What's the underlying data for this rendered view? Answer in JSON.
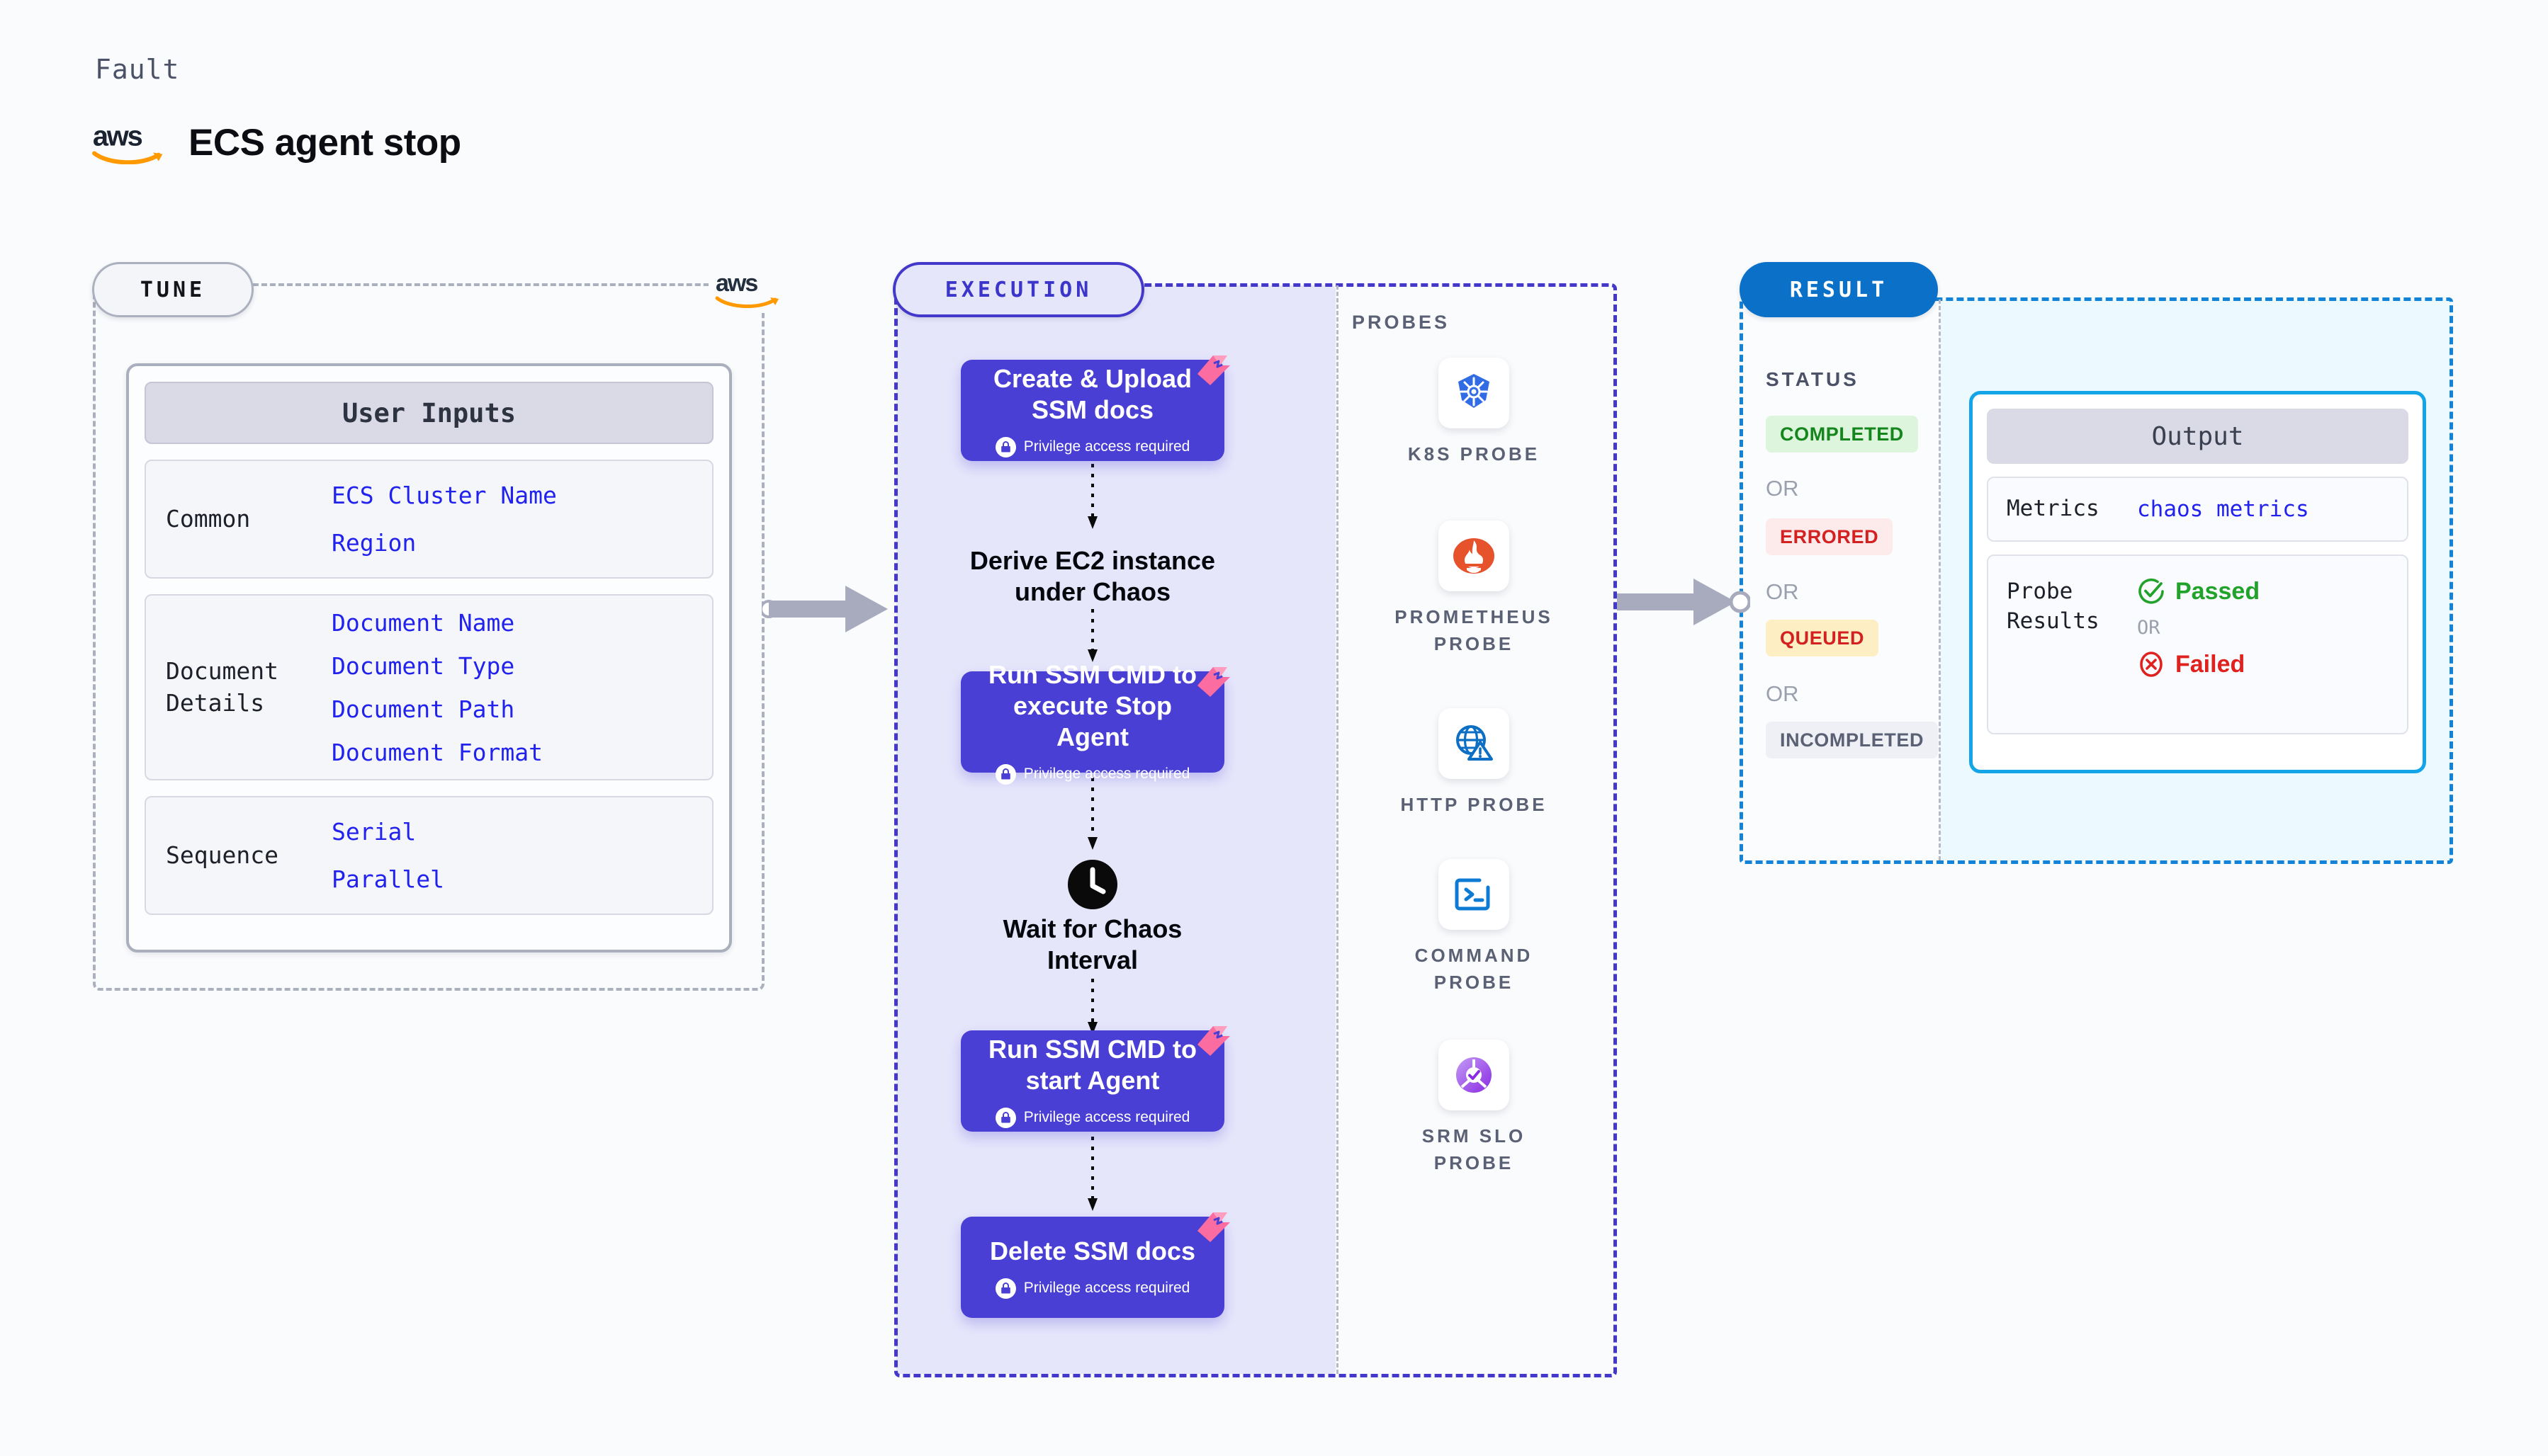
{
  "header": {
    "kicker": "Fault",
    "title": "ECS agent stop",
    "logo_icon": "aws-logo"
  },
  "colors": {
    "accent_purple": "#4a3fd4",
    "accent_blue": "#0b70c7",
    "output_border": "#14a5e8",
    "passed_green": "#21a32b",
    "failed_red": "#e0221f",
    "link_blue": "#2222ee"
  },
  "tune": {
    "pill_label": "TUNE",
    "logo_icon": "aws-logo",
    "card_header": "User Inputs",
    "sections": [
      {
        "label": "Common",
        "values": [
          "ECS Cluster Name",
          "Region"
        ]
      },
      {
        "label": "Document\nDetails",
        "values": [
          "Document Name",
          "Document Type",
          "Document Path",
          "Document Format"
        ]
      },
      {
        "label": "Sequence",
        "values": [
          "Serial",
          "Parallel"
        ]
      }
    ]
  },
  "execution": {
    "pill_label": "EXECUTION",
    "privilege_note": "Privilege access required",
    "steps": [
      {
        "type": "node",
        "title": "Create & Upload SSM docs",
        "privileged": true
      },
      {
        "type": "plain",
        "title": "Derive EC2 instance under Chaos",
        "icon": ""
      },
      {
        "type": "node",
        "title": "Run SSM CMD to execute Stop Agent",
        "privileged": true
      },
      {
        "type": "plain",
        "title": "Wait for Chaos Interval",
        "icon": "clock-icon"
      },
      {
        "type": "node",
        "title": "Run SSM CMD to start Agent",
        "privileged": true
      },
      {
        "type": "node",
        "title": "Delete SSM docs",
        "privileged": true
      }
    ]
  },
  "probes": {
    "title": "PROBES",
    "items": [
      {
        "label": "K8S PROBE",
        "icon": "kubernetes-icon"
      },
      {
        "label": "PROMETHEUS PROBE",
        "icon": "prometheus-icon"
      },
      {
        "label": "HTTP PROBE",
        "icon": "http-globe-icon"
      },
      {
        "label": "COMMAND PROBE",
        "icon": "terminal-icon"
      },
      {
        "label": "SRM SLO PROBE",
        "icon": "srm-slo-icon"
      }
    ]
  },
  "result": {
    "pill_label": "RESULT",
    "status_title": "STATUS",
    "or_label": "OR",
    "statuses": [
      {
        "label": "COMPLETED",
        "bg": "#dcf5dc",
        "fg": "#15851d"
      },
      {
        "label": "ERRORED",
        "bg": "#fdeaea",
        "fg": "#d32020"
      },
      {
        "label": "QUEUED",
        "bg": "#fdeec3",
        "fg": "#d32020"
      },
      {
        "label": "INCOMPLETED",
        "bg": "#eff0f5",
        "fg": "#5b6175"
      }
    ],
    "output": {
      "header": "Output",
      "metrics_label": "Metrics",
      "metrics_value": "chaos metrics",
      "probe_results_label": "Probe\nResults",
      "passed_label": "Passed",
      "failed_label": "Failed",
      "or_label": "OR",
      "passed_icon": "check-circle-icon",
      "failed_icon": "x-circle-icon"
    }
  }
}
